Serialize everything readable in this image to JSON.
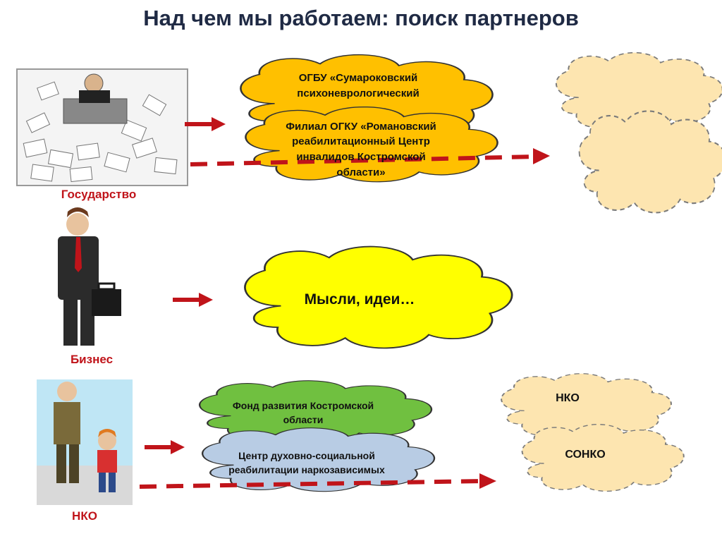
{
  "title": "Над чем мы работаем: поиск партнеров",
  "actors": {
    "state": "Государство",
    "business": "Бизнес",
    "nko": "НКО"
  },
  "clouds": {
    "ogbu": "ОГБУ «Сумароковский психоневрологический",
    "filial": "Филиал ОГКУ «Романовский реабилитационный Центр инвалидов Костромской области»",
    "ideas": "Мысли, идеи…",
    "fund": "Фонд развития Костромской области",
    "center": "Центр духовно-социальной реабилитации наркозависимых",
    "nko": "НКО",
    "sonko": "СОНКО"
  },
  "colors": {
    "arrow": "#c0141a",
    "orange_cloud": "#ffc000",
    "yellow_cloud": "#ffff00",
    "green_cloud": "#70c040",
    "blue_cloud": "#b8cce4",
    "beige_cloud": "#fde5b0",
    "title": "#1f2a44"
  }
}
